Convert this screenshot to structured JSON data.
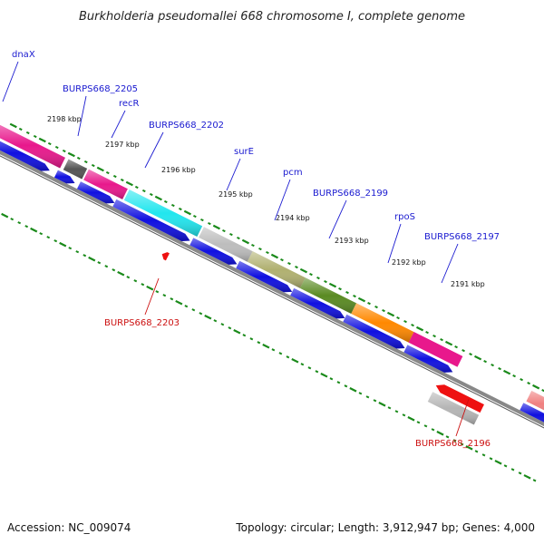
{
  "title": "Burkholderia pseudomallei 668 chromosome I, complete genome",
  "footer": {
    "accession": "Accession: NC_009074",
    "summary": "Topology: circular; Length: 3,912,947 bp; Genes: 4,000"
  },
  "kbp_ticks": [
    "2198 kbp",
    "2197 kbp",
    "2196 kbp",
    "2195 kbp",
    "2194 kbp",
    "2193 kbp",
    "2192 kbp",
    "2191 kbp"
  ],
  "genes_top": [
    {
      "label": "dnaX",
      "color": "#e8188c"
    },
    {
      "label": "BURPS668_2205",
      "color": "#555555"
    },
    {
      "label": "recR",
      "color": "#e8188c"
    },
    {
      "label": "BURPS668_2202",
      "color": "#22e6ee"
    },
    {
      "label": "",
      "color": "#bdbdbd"
    },
    {
      "label": "surE",
      "color": "#b0b070"
    },
    {
      "label": "pcm",
      "color": "#5a8a22"
    },
    {
      "label": "BURPS668_2199",
      "color": "#ff8800"
    },
    {
      "label": "rpoS",
      "color": "#e8188c"
    },
    {
      "label": "BURPS668_2197",
      "color": "#e8188c"
    },
    {
      "label": "",
      "color": "#f08080"
    }
  ],
  "genes_bottom": [
    {
      "label": "BURPS668_2203",
      "color": "#ee1111"
    },
    {
      "label": "BURPS668_2196",
      "color": "#ee1111"
    }
  ],
  "colors": {
    "cds": "#1010e0",
    "backbone": "#888888",
    "tick": "#1a8a1a",
    "label_blue": "#1a1ad0",
    "label_red": "#cc1010",
    "rna_grey": "#b5b5b5"
  }
}
